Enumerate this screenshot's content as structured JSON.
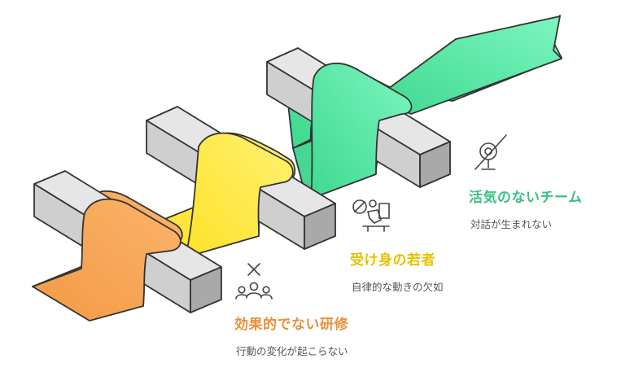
{
  "colors": {
    "orange": "#f7a050",
    "yellow": "#fde93a",
    "green": "#5fe0a4",
    "barrier_face": "#d8d8d8",
    "barrier_side": "#b5b5b5",
    "outline": "#333333"
  },
  "items": [
    {
      "title": "効果的でない研修",
      "description": "行動の変化が起こらない",
      "color": "#e8903a",
      "icon": "people-crossed-icon"
    },
    {
      "title": "受け身の若者",
      "description": "自律的な動きの欠如",
      "color": "#e6c200",
      "icon": "person-at-desk-icon"
    },
    {
      "title": "活気のないチーム",
      "description": "対話が生まれない",
      "color": "#3cbf86",
      "icon": "microphone-off-icon"
    }
  ]
}
